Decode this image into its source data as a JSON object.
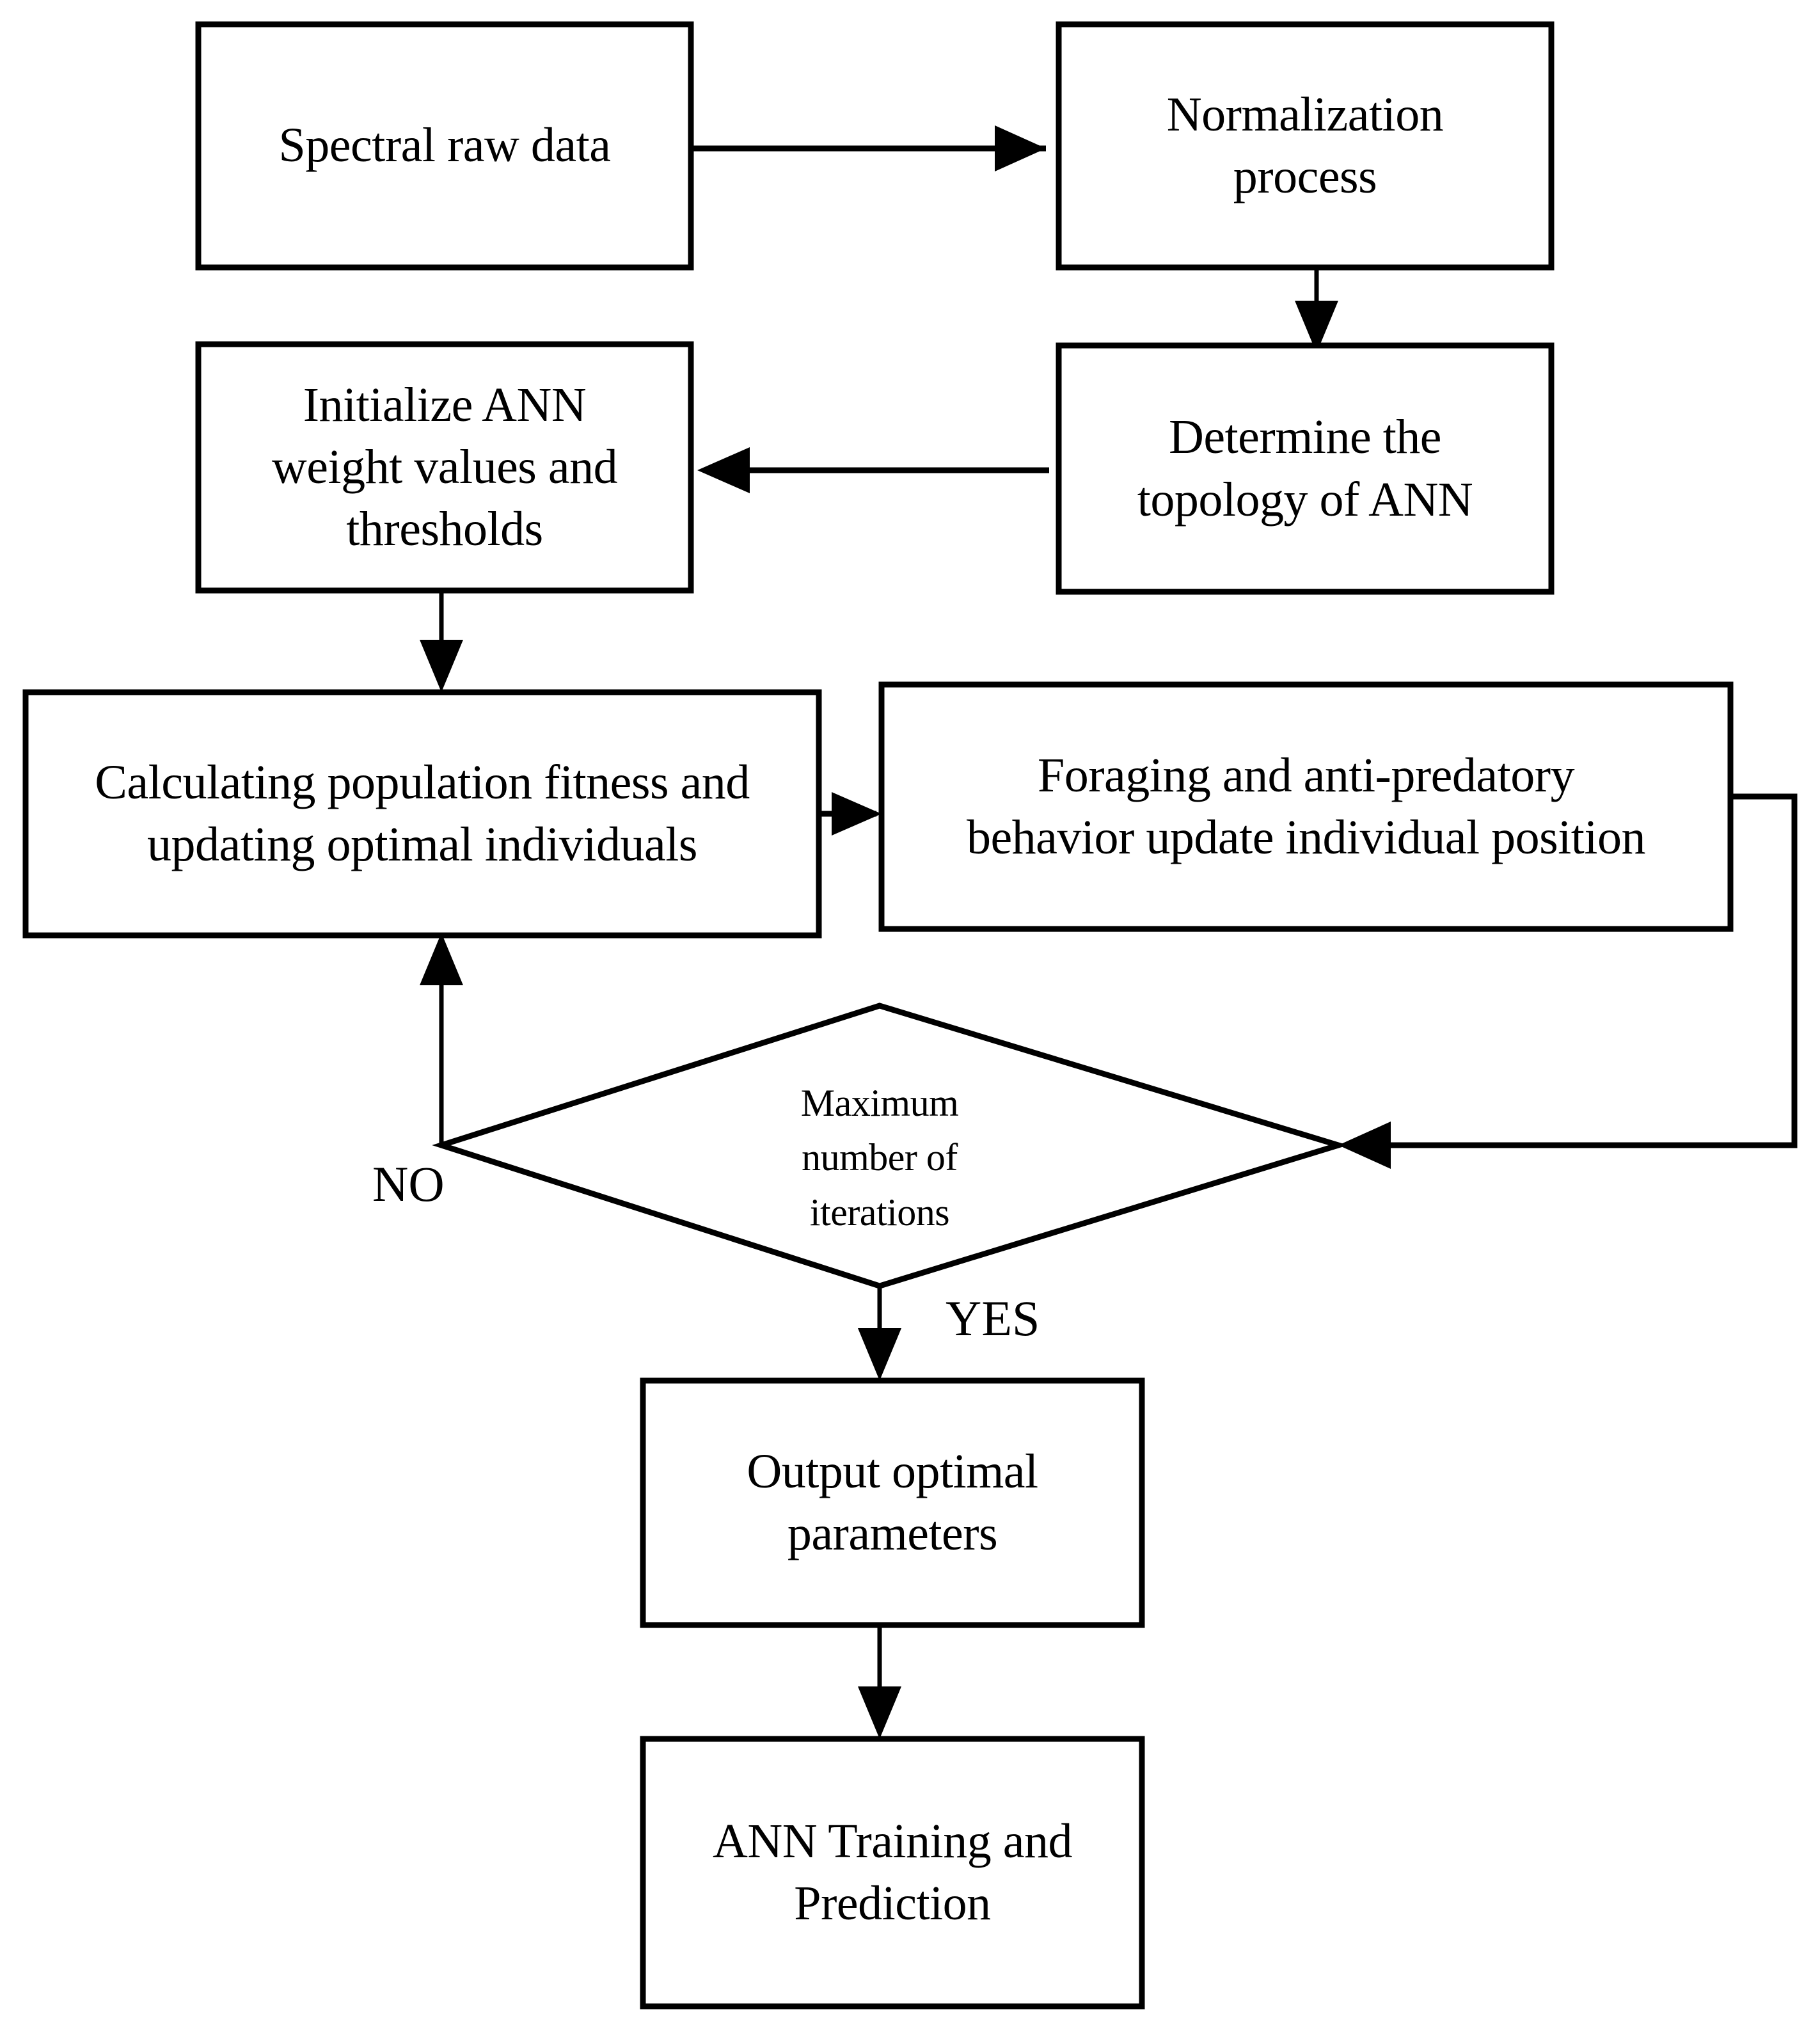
{
  "diagram": {
    "type": "flowchart",
    "title": "ANN optimization workflow flowchart",
    "background_color": "#ffffff",
    "line_color": "#000000",
    "node_fill": "#ffffff"
  },
  "nodes": [
    {
      "id": "spectral-raw-data",
      "shape": "rectangle",
      "label": "Spectral raw data"
    },
    {
      "id": "normalization-process",
      "shape": "rectangle",
      "label": "Normalization\nprocess"
    },
    {
      "id": "determine-topology",
      "shape": "rectangle",
      "label": "Determine the\ntopology of ANN"
    },
    {
      "id": "initialize-ann-weights",
      "shape": "rectangle",
      "label": "Initialize ANN\nweight values and\nthresholds"
    },
    {
      "id": "calculating-fitness",
      "shape": "rectangle",
      "label": "Calculating population fitness and\nupdating optimal individuals"
    },
    {
      "id": "foraging-behavior",
      "shape": "rectangle",
      "label": "Foraging and anti-predatory\nbehavior update individual position"
    },
    {
      "id": "max-iterations-decision",
      "shape": "diamond",
      "label": "Maximum\nnumber of\niterations"
    },
    {
      "id": "output-optimal-parameters",
      "shape": "rectangle",
      "label": "Output optimal\nparameters"
    },
    {
      "id": "ann-training-prediction",
      "shape": "rectangle",
      "label": "ANN Training and\nPrediction"
    }
  ],
  "edges": [
    {
      "id": "edge-raw-to-normalization",
      "from": "spectral-raw-data",
      "to": "normalization-process",
      "label": ""
    },
    {
      "id": "edge-normalization-to-topology",
      "from": "normalization-process",
      "to": "determine-topology",
      "label": ""
    },
    {
      "id": "edge-topology-to-initialize",
      "from": "determine-topology",
      "to": "initialize-ann-weights",
      "label": ""
    },
    {
      "id": "edge-initialize-to-calculating",
      "from": "initialize-ann-weights",
      "to": "calculating-fitness",
      "label": ""
    },
    {
      "id": "edge-calculating-to-foraging",
      "from": "calculating-fitness",
      "to": "foraging-behavior",
      "label": ""
    },
    {
      "id": "edge-foraging-to-decision",
      "from": "foraging-behavior",
      "to": "max-iterations-decision",
      "label": ""
    },
    {
      "id": "edge-decision-no-to-calculating",
      "from": "max-iterations-decision",
      "to": "calculating-fitness",
      "label": "NO"
    },
    {
      "id": "edge-decision-yes-to-output",
      "from": "max-iterations-decision",
      "to": "output-optimal-parameters",
      "label": "YES"
    },
    {
      "id": "edge-output-to-training",
      "from": "output-optimal-parameters",
      "to": "ann-training-prediction",
      "label": ""
    }
  ],
  "edge_labels": {
    "no": "NO",
    "yes": "YES"
  }
}
